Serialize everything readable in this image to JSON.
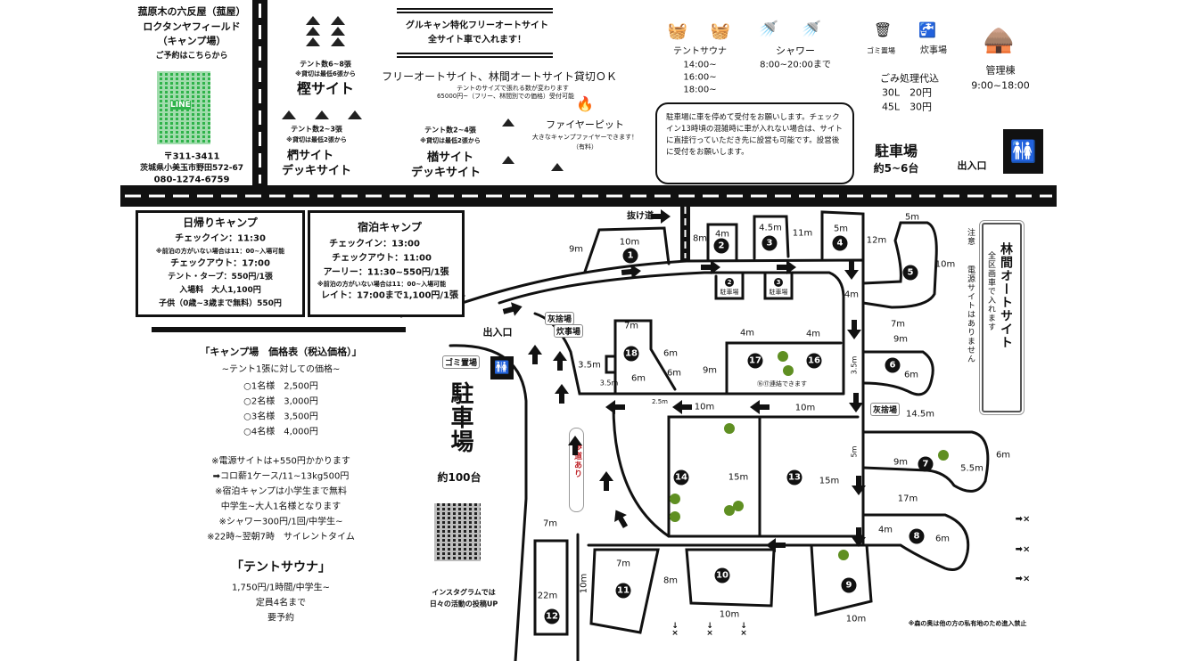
{
  "info": {
    "name_lines": [
      "菰原木の六反屋（菰屋）",
      "ロクタンヤフィールド",
      "（キャンプ場）"
    ],
    "reserve": "ご予約はこちらから",
    "line_qr_label": "LINE",
    "address": [
      "〒311-3411",
      "茨城県小美玉市野田572-67",
      "080-1274-6759"
    ]
  },
  "sites_top": {
    "kashi": {
      "tents": "テント数6~8張",
      "min": "※貸切は最低6張から",
      "name": "樫サイト"
    },
    "kunugi": {
      "tents": "テント数2~3張",
      "min": "※貸切は最低2張から",
      "name": "椚サイト",
      "sub": "デッキサイト"
    },
    "nara": {
      "tents": "テント数2~4張",
      "min": "※貸切は最低2張から",
      "name": "楢サイト",
      "sub": "デッキサイト"
    }
  },
  "banner": [
    "グルキャン特化フリーオートサイト",
    "全サイト車で入れます！"
  ],
  "free": {
    "title": "フリーオートサイト、林間オートサイト貸切ＯＫ",
    "note1": "テントのサイズで張れる数が変わります",
    "note2": "65000円~（フリー、林間別での価格）受付可能"
  },
  "fire_pit": {
    "title": "ファイヤーピット",
    "note": "大きなキャンプファイヤーできます！",
    "paid": "（有料）"
  },
  "facilities": {
    "sauna": {
      "label": "テントサウナ",
      "times": [
        "14:00~",
        "16:00~",
        "18:00~"
      ]
    },
    "shower": {
      "label": "シャワー",
      "time": "8:00~20:00まで"
    },
    "trash": "ゴミ置場",
    "kitchen": "炊事場",
    "garbage": {
      "title": "ごみ処理代込",
      "rows": [
        "30L　20円",
        "45L　30円"
      ]
    },
    "office": {
      "label": "管理棟",
      "hours": "9:00~18:00"
    }
  },
  "notice": "駐車場に車を停めて受付をお願いします。チェックイン13時頃の混雑時に車が入れない場合は、サイトに直接行っていただき先に設営も可能です。設営後に受付をお願いします。",
  "parking_small": {
    "title": "駐車場",
    "count": "約5~6台"
  },
  "entrance": "出入口",
  "day_camp": {
    "title": "日帰りキャンプ",
    "checkin": "チェックイン：11:30",
    "note": "※前泊の方がいない場合は11：00~入場可能",
    "checkout": "チェックアウト：17:00",
    "tent": "テント・タープ：550円/1張",
    "fee": "入場料　大人1,100円",
    "child": "子供（0歳~3歳まで無料）550円"
  },
  "stay_camp": {
    "title": "宿泊キャンプ",
    "checkin": "チェックイン：13:00",
    "checkout": "チェックアウト：11:00",
    "early": "アーリー：11:30~550円/1張",
    "note": "※前泊の方がいない場合は11：00~入場可能",
    "late": "レイト：17:00まで1,100円/1張"
  },
  "prices": {
    "title": "「キャンプ場　価格表（税込価格）」",
    "sub": "~テント1張に対しての価格~",
    "rows": [
      "○1名様　2,500円",
      "○2名様　3,000円",
      "○3名様　3,500円",
      "○4名様　4,000円"
    ],
    "notes": [
      "※電源サイトは+550円かかります",
      "➡コロ薪1ケース/11~13kg500円",
      "※宿泊キャンプは小学生まで無料",
      "中学生~大人1名様となります",
      "※シャワー300円/1回/中学生~",
      "※22時~翌朝7時　サイレントタイム"
    ],
    "sauna_title": "「テントサウナ」",
    "sauna": [
      "1,750円/1時間/中学生~",
      "定員4名まで",
      "要予約"
    ]
  },
  "map": {
    "shortcut": "抜け道",
    "ash": "灰捨場",
    "kitchen": "炊事場",
    "trash": "ゴミ置場",
    "entrance": "出入口",
    "parking_big": "駐車場",
    "parking_big_count": "約100台",
    "sidewalk": "歩道あり",
    "instagram": [
      "インスタグラムでは",
      "日々の活動の投稿UP"
    ],
    "linkable": "⑯⑰連結できます",
    "small_parking": "駐車場",
    "rinkan_title": "林間オートサイト",
    "rinkan_sub": "全区画車で入れます",
    "caution": "注意",
    "no_power": "電源サイトはありません",
    "private_note": "※森の奥は他の方の私有地のため進入禁止",
    "no_entry": "×",
    "sites": {
      "s1": "1",
      "s2": "2",
      "s3": "3",
      "s4": "4",
      "s5": "5",
      "s6": "6",
      "s7": "7",
      "s8": "8",
      "s9": "9",
      "s10": "10",
      "s11": "11",
      "s12": "12",
      "s13": "13",
      "s14": "14",
      "s16": "16",
      "s17": "17",
      "s18": "18"
    },
    "dims": [
      "10m",
      "9m",
      "8m",
      "4m",
      "4.5m",
      "11m",
      "5m",
      "12m",
      "5m",
      "10m",
      "4m",
      "7m",
      "9m",
      "6m",
      "3.5m",
      "7m",
      "6m",
      "3.5m",
      "3.5m",
      "6m",
      "6m",
      "2.5m",
      "4m",
      "4m",
      "9m",
      "10m",
      "10m",
      "14.5m",
      "5m",
      "9m",
      "5.5m",
      "6m",
      "17m",
      "4m",
      "6m",
      "15m",
      "15m",
      "7m",
      "22m",
      "10m",
      "7m",
      "8m",
      "10m",
      "10m"
    ]
  },
  "colors": {
    "tree": "#5f8f22",
    "line_green": "#2fb34a",
    "sidewalk_red": "#c0282d"
  }
}
